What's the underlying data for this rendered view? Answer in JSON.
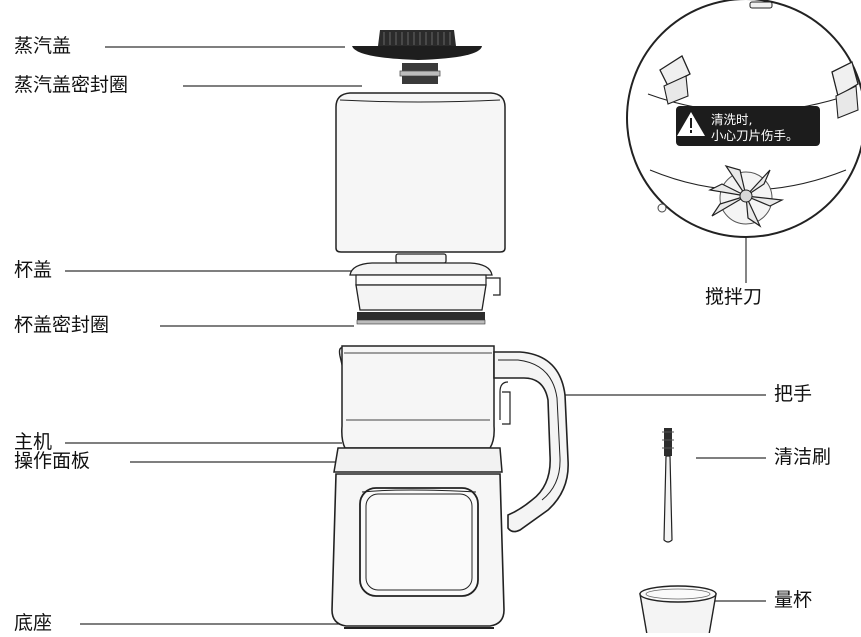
{
  "labels": {
    "steam_lid": "蒸汽盖",
    "steam_lid_seal": "蒸汽盖密封圈",
    "cup_lid": "杯盖",
    "cup_lid_seal": "杯盖密封圈",
    "main_unit": "主机",
    "control_panel": "操作面板",
    "base": "底座",
    "blade": "搅拌刀",
    "handle": "把手",
    "brush": "清洁刷",
    "measuring_cup": "量杯"
  },
  "warning": {
    "line1": "清洗时,",
    "line2": "小心刀片伤手。"
  },
  "icons": {
    "warning": "warning-triangle-icon"
  }
}
